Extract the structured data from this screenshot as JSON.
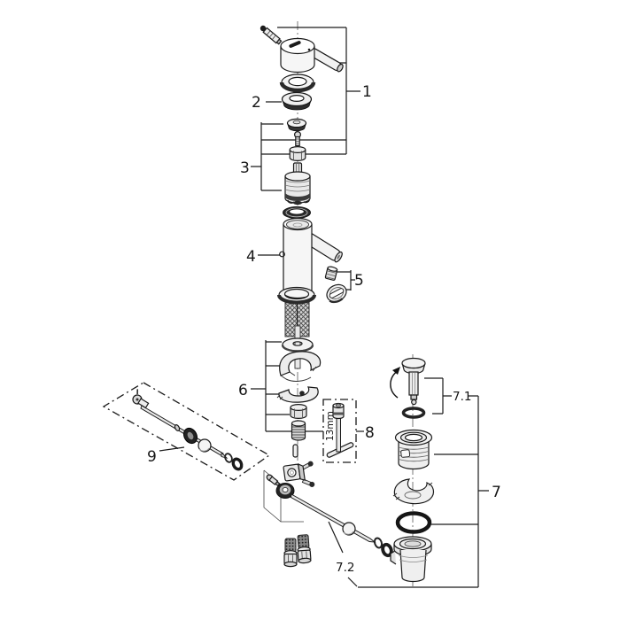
{
  "labels": {
    "n1": "1",
    "n2": "2",
    "n3": "3",
    "n4": "4",
    "n5": "5",
    "n6": "6",
    "n7": "7",
    "n71": "7.1",
    "n72": "7.2",
    "n8": "8",
    "n9": "9",
    "tool": "13mm"
  },
  "colors": {
    "line": "#1a1a1a",
    "background": "#ffffff",
    "dark_fill": "#222222",
    "light_fill": "#f2f2f2"
  }
}
